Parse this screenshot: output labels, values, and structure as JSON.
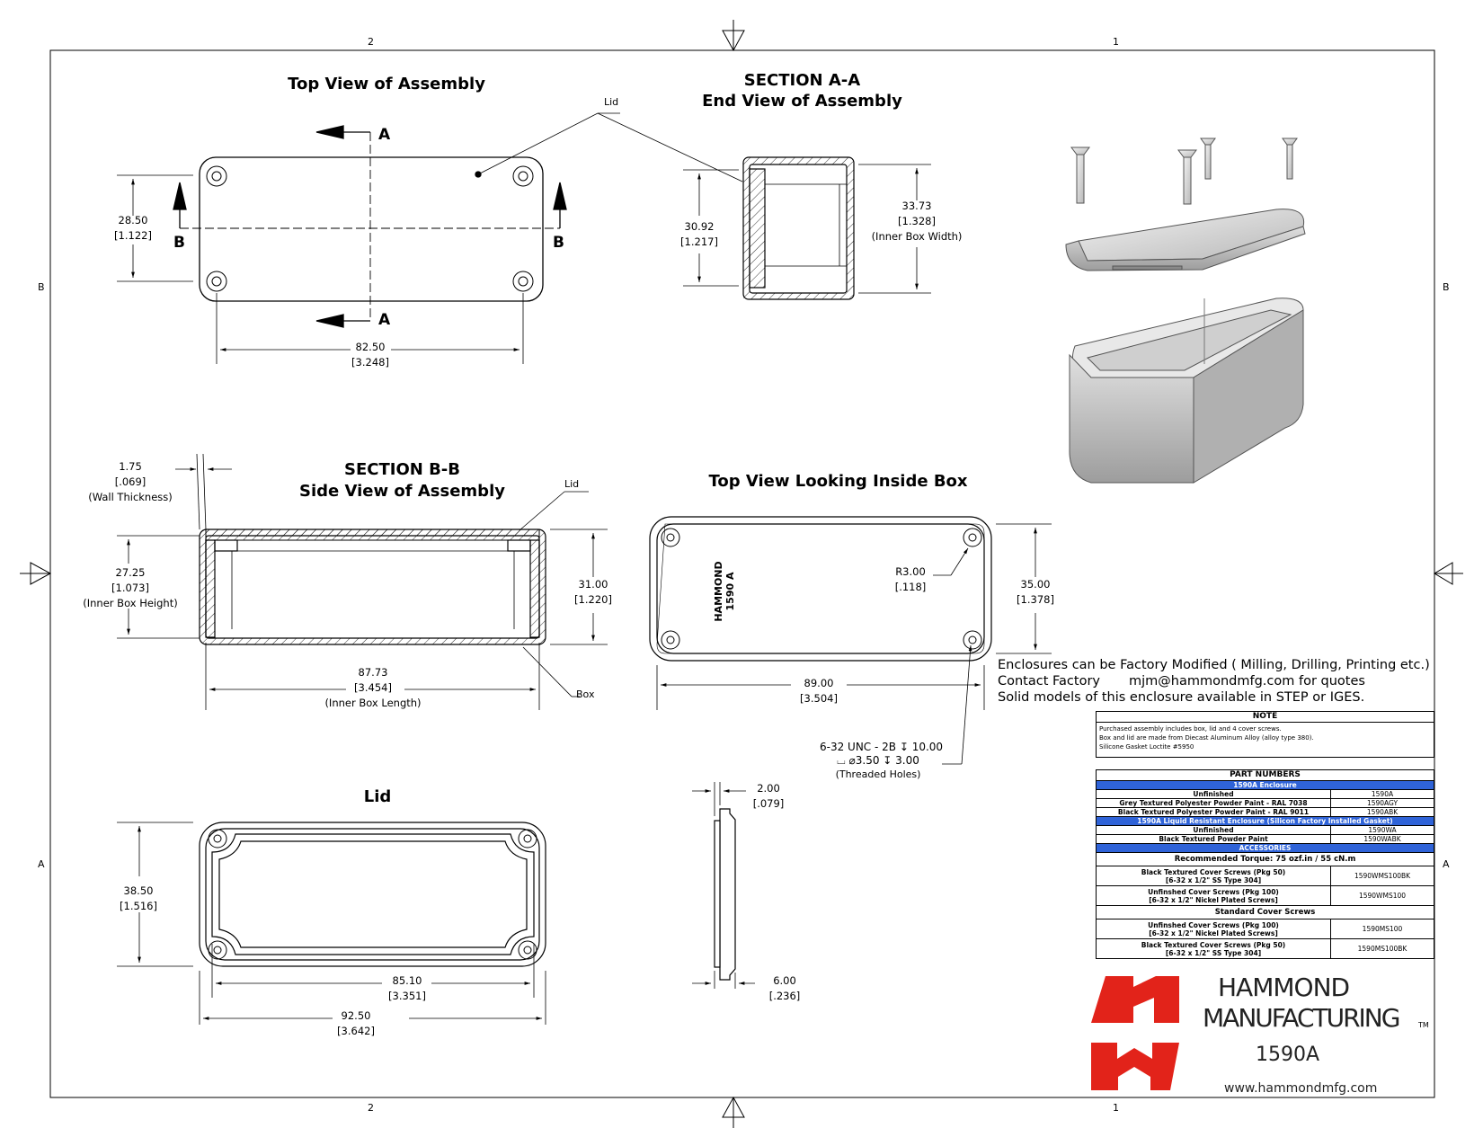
{
  "ruler": {
    "col_left": "2",
    "col_right": "1",
    "row_top": "B",
    "row_bottom": "A"
  },
  "views": {
    "top_assembly": {
      "title": "Top View of Assembly",
      "lid_label": "Lid",
      "section_a": "A",
      "section_b": "B",
      "height_mm": "28.50",
      "height_in": "[1.122]",
      "length_mm": "82.50",
      "length_in": "[3.248]"
    },
    "section_aa": {
      "title1": "SECTION A-A",
      "title2": "End View of Assembly",
      "inner_mm": "30.92",
      "inner_in": "[1.217]",
      "width_mm": "33.73",
      "width_in": "[1.328]",
      "width_note": "(Inner Box Width)"
    },
    "section_bb": {
      "title1": "SECTION B-B",
      "title2": "Side View of Assembly",
      "wall_mm": "1.75",
      "wall_in": "[.069]",
      "wall_note": "(Wall Thickness)",
      "lid_label": "Lid",
      "box_label": "Box",
      "inner_h_mm": "27.25",
      "inner_h_in": "[1.073]",
      "inner_h_note": "(Inner Box Height)",
      "h_mm": "31.00",
      "h_in": "[1.220]",
      "len_mm": "87.73",
      "len_in": "[3.454]",
      "len_note": "(Inner Box Length)"
    },
    "top_inside": {
      "title": "Top View Looking Inside Box",
      "stamp1": "HAMMOND",
      "stamp2": "1590 A",
      "radius_mm": "R3.00",
      "radius_in": "[.118]",
      "w_mm": "35.00",
      "w_in": "[1.378]",
      "l_mm": "89.00",
      "l_in": "[3.504]",
      "hole1": "6-32 UNC - 2B ↧ 10.00",
      "hole2": "⌴ ⌀3.50 ↧ 3.00",
      "hole3": "(Threaded Holes)"
    },
    "lid": {
      "title": "Lid",
      "h_mm": "38.50",
      "h_in": "[1.516]",
      "inner_mm": "85.10",
      "inner_in": "[3.351]",
      "outer_mm": "92.50",
      "outer_in": "[3.642]",
      "t1_mm": "2.00",
      "t1_in": "[.079]",
      "t2_mm": "6.00",
      "t2_in": "[.236]"
    }
  },
  "info": {
    "line1": "Enclosures can be Factory Modified ( Milling, Drilling, Printing etc.)",
    "line2a": "Contact Factory",
    "line2b": "mjm@hammondmfg.com for quotes",
    "line3": "Solid models of this enclosure available in STEP or IGES."
  },
  "note": {
    "title": "NOTE",
    "lines": [
      "Purchased assembly includes box, lid and 4 cover screws.",
      "Box and lid are made from Diecast Aluminum Alloy (alloy type 380).",
      "Silicone Gasket Loctite #5950"
    ]
  },
  "parts": {
    "title": "PART NUMBERS",
    "enclosure_hdr": "1590A Enclosure",
    "enclosure": [
      {
        "desc": "Unfinished",
        "pn": "1590A"
      },
      {
        "desc": "Grey Textured Polyester Powder Paint - RAL 7038",
        "pn": "1590AGY"
      },
      {
        "desc": "Black Textured Polyester Powder Paint - RAL 9011",
        "pn": "1590ABK"
      }
    ],
    "liquid_hdr": "1590A Liquid Resistant Enclosure (Silicon Factory Installed Gasket)",
    "liquid": [
      {
        "desc": "Unfinished",
        "pn": "1590WA"
      },
      {
        "desc": "Black Textured Powder Paint",
        "pn": "1590WABK"
      }
    ],
    "acc_hdr": "ACCESSORIES",
    "torque": "Recommended Torque: 75 ozf.in / 55 cN.m",
    "acc": [
      {
        "desc1": "Black Textured Cover Screws (Pkg 50)",
        "desc2": "[6-32 x 1/2\" SS Type 304]",
        "pn": "1590WMS100BK"
      },
      {
        "desc1": "Unfinshed Cover Screws (Pkg 100)",
        "desc2": "[6-32 x 1/2\" Nickel Plated Screws]",
        "pn": "1590WMS100"
      }
    ],
    "std_hdr": "Standard Cover Screws",
    "std": [
      {
        "desc1": "Unfinshed Cover Screws (Pkg 100)",
        "desc2": "[6-32 x 1/2\" Nickel Plated Screws]",
        "pn": "1590MS100"
      },
      {
        "desc1": "Black Textured Cover Screws (Pkg 50)",
        "desc2": "[6-32 x 1/2\" SS Type 304]",
        "pn": "1590MS100BK"
      }
    ]
  },
  "brand": {
    "line1": "HAMMOND",
    "line2": "MANUFACTURING",
    "tm": "TM",
    "model": "1590A",
    "url": "www.hammondmfg.com",
    "logo_color": "#e2231a",
    "table_header_color": "#2f63d8"
  }
}
